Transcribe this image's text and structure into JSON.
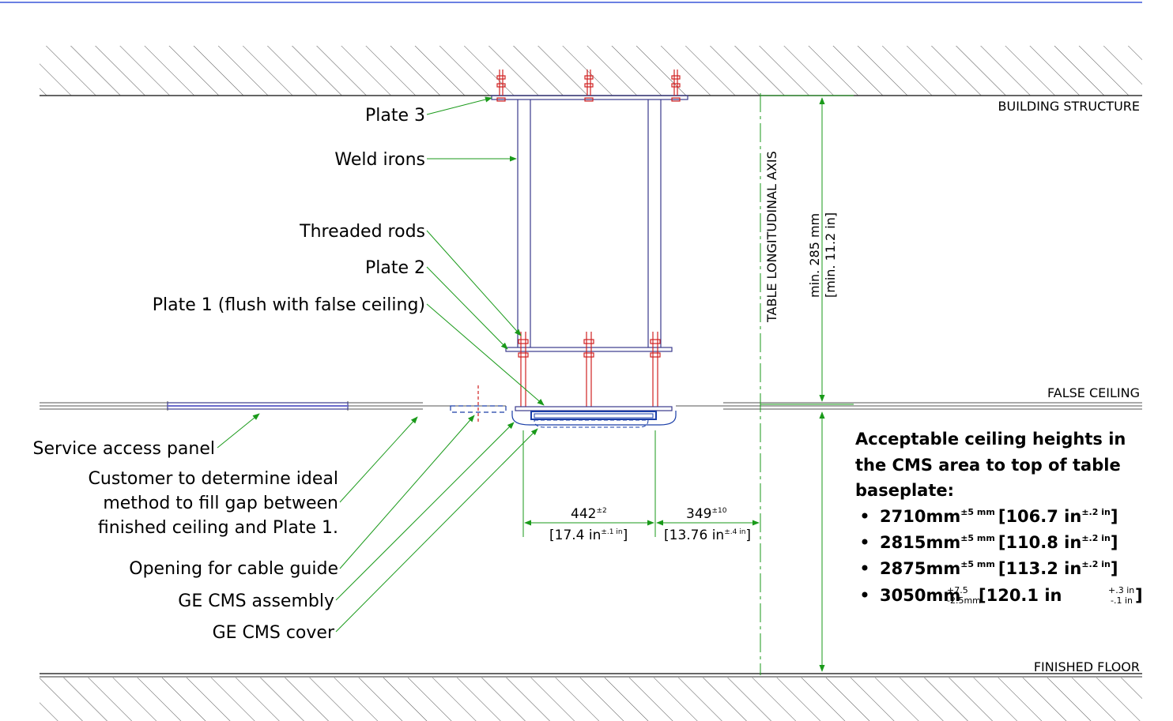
{
  "zones": {
    "building_structure": "BUILDING STRUCTURE",
    "false_ceiling": "FALSE CEILING",
    "finished_floor": "FINISHED FLOOR"
  },
  "axis_label": "TABLE LONGITUDINAL AXIS",
  "vertical_dim": {
    "line1": "min. 285 mm",
    "line2": "[min. 11.2 in]"
  },
  "callouts": {
    "plate3": "Plate 3",
    "weld_irons": "Weld irons",
    "threaded_rods": "Threaded rods",
    "plate2": "Plate 2",
    "plate1": "Plate 1 (flush with false ceiling)",
    "service_panel": "Service access panel",
    "gap_line1": "Customer to determine ideal",
    "gap_line2": "method to fill gap between",
    "gap_line3": "finished ceiling and Plate 1.",
    "cable_guide": "Opening for cable guide",
    "cms_assembly": "GE CMS assembly",
    "cms_cover": "GE CMS cover"
  },
  "dim1": {
    "value": "442",
    "tol": "±2",
    "imperial": "[17.4 in",
    "imperial_tol": "±.1 in",
    "close": "]"
  },
  "dim2": {
    "value": "349",
    "tol": "±10",
    "imperial": "[13.76 in",
    "imperial_tol": "±.4 in",
    "close": "]"
  },
  "heights": {
    "title1": "Acceptable ceiling heights in",
    "title2": "the CMS area to top of table",
    "title3": "baseplate:",
    "items": [
      {
        "mm": "2710mm",
        "mm_tol": "±5 mm",
        "inch": "[106.7 in",
        "inch_tol": "±.2 in",
        "close": "]"
      },
      {
        "mm": "2815mm",
        "mm_tol": "±5 mm",
        "inch": "[110.8 in",
        "inch_tol": "±.2 in",
        "close": "]"
      },
      {
        "mm": "2875mm",
        "mm_tol": "±5 mm",
        "inch": "[113.2 in",
        "inch_tol": "±.2 in",
        "close": "]"
      },
      {
        "mm": "3050mm",
        "mm_tol_up": "+7.5",
        "mm_tol_dn": "-2.5mm",
        "inch": "[120.1 in",
        "inch_tol_up": "+.3 in",
        "inch_tol_dn": "-.1 in",
        "close": "]"
      }
    ]
  },
  "colors": {
    "frame_line": "#3a57d8",
    "structure": "#3a3a8c",
    "bolts": "#d02020",
    "leader": "#1a9a1a",
    "dim": "#1a9a1a",
    "cms": "#1a3ea8",
    "hatch": "#555555"
  }
}
